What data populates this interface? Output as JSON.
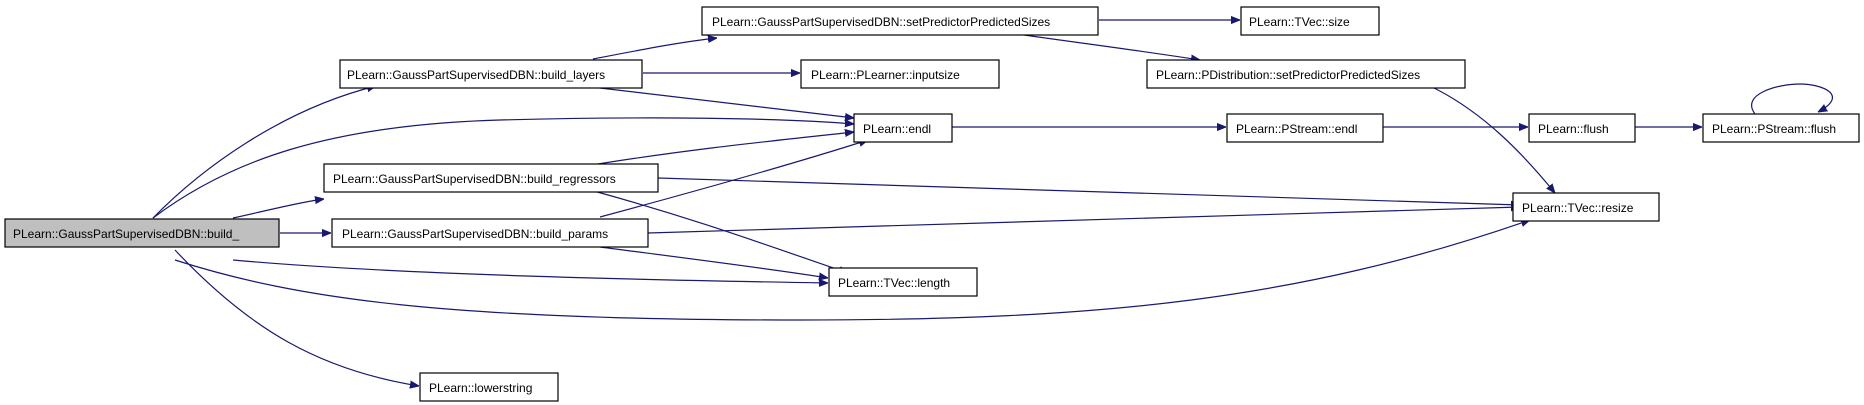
{
  "graph": {
    "root_fill": "#bfbfbf",
    "edge_color": "#191970",
    "nodes": {
      "build_": "PLearn::GaussPartSupervisedDBN::build_",
      "build_layers": "PLearn::GaussPartSupervisedDBN::build_layers",
      "build_regressors": "PLearn::GaussPartSupervisedDBN::build_regressors",
      "build_params": "PLearn::GaussPartSupervisedDBN::build_params",
      "lowerstring": "PLearn::lowerstring",
      "setPredictorPredictedSizes_dbn": "PLearn::GaussPartSupervisedDBN::setPredictorPredictedSizes",
      "inputsize": "PLearn::PLearner::inputsize",
      "endl": "PLearn::endl",
      "tvec_length": "PLearn::TVec::length",
      "tvec_size": "PLearn::TVec::size",
      "setPredictorPredictedSizes_dist": "PLearn::PDistribution::setPredictorPredictedSizes",
      "pstream_endl": "PLearn::PStream::endl",
      "flush": "PLearn::flush",
      "pstream_flush": "PLearn::PStream::flush",
      "tvec_resize": "PLearn::TVec::resize"
    }
  }
}
